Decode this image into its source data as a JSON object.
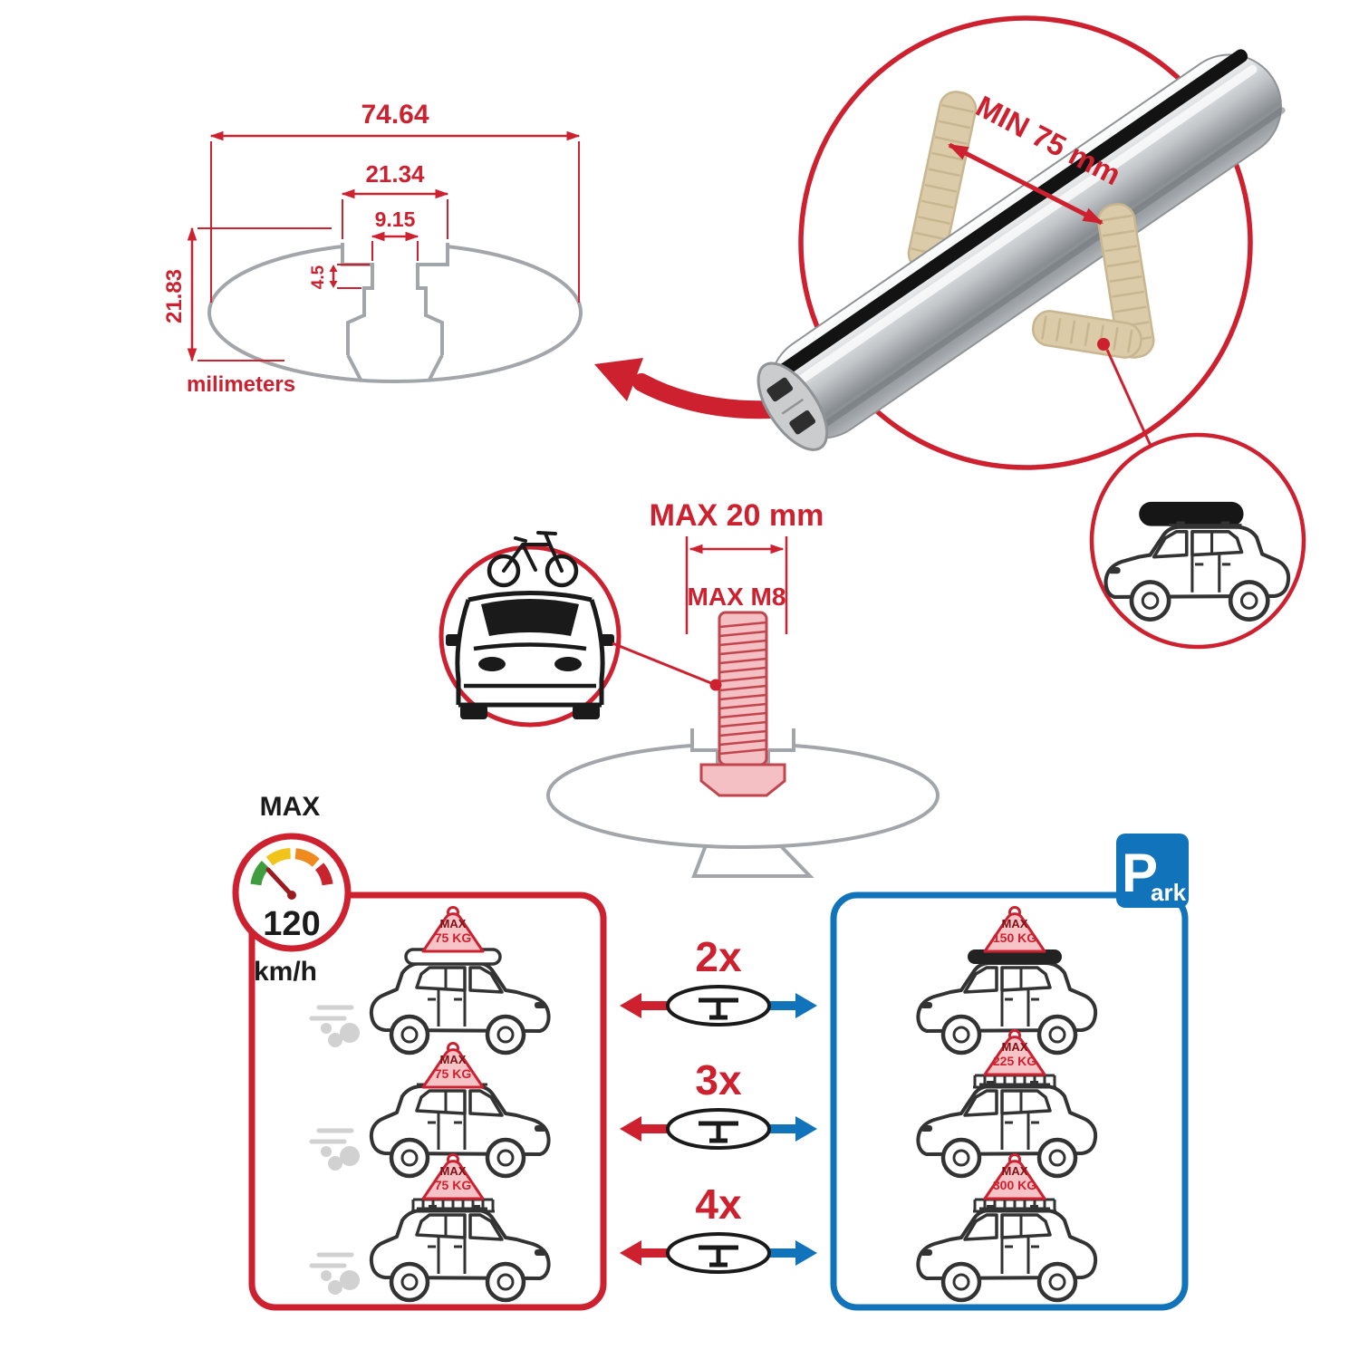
{
  "colors": {
    "red": "#cd2130",
    "blue": "#1173b9",
    "tan": "#dbcba8",
    "profile_gray": "#a2a6aa",
    "ink": "#333333"
  },
  "cross_section": {
    "width_total": "74.64",
    "slot_outer": "21.34",
    "slot_inner": "9.15",
    "step_height": "4.5",
    "height_total": "21.83",
    "units": "milimeters"
  },
  "bar_zoom": {
    "min_span": "MIN 75 mm"
  },
  "bolt": {
    "max_width": "MAX 20 mm",
    "max_thread": "MAX M8"
  },
  "speedometer": {
    "label": "MAX",
    "value": "120",
    "units": "km/h"
  },
  "parking_sign": {
    "letter": "P",
    "suffix": "ark"
  },
  "driving_cars": [
    {
      "badge_label": "MAX",
      "badge_weight": "75 KG"
    },
    {
      "badge_label": "MAX",
      "badge_weight": "75 KG"
    },
    {
      "badge_label": "MAX",
      "badge_weight": "75 KG"
    }
  ],
  "parked_cars": [
    {
      "badge_label": "MAX",
      "badge_weight": "150 KG"
    },
    {
      "badge_label": "MAX",
      "badge_weight": "225 KG"
    },
    {
      "badge_label": "MAX",
      "badge_weight": "300 KG"
    }
  ],
  "bar_counts": [
    {
      "label": "2x"
    },
    {
      "label": "3x"
    },
    {
      "label": "4x"
    }
  ]
}
